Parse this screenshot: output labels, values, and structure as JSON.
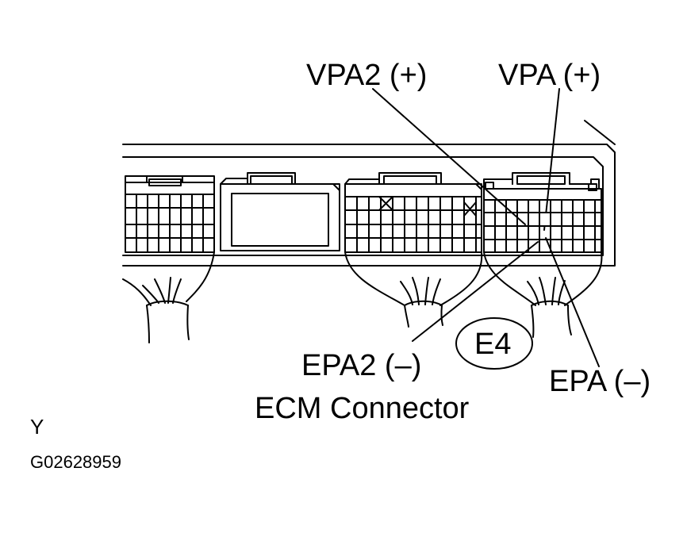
{
  "labels": {
    "vpa2": "VPA2 (+)",
    "vpa": "VPA (+)",
    "epa2": "EPA2 (–)",
    "epa": "EPA (–)",
    "connector_code": "E4",
    "caption": "ECM Connector",
    "corner_mark": "Y",
    "figure_id": "G02628959"
  },
  "colors": {
    "ink": "#000000",
    "paper": "#ffffff"
  }
}
